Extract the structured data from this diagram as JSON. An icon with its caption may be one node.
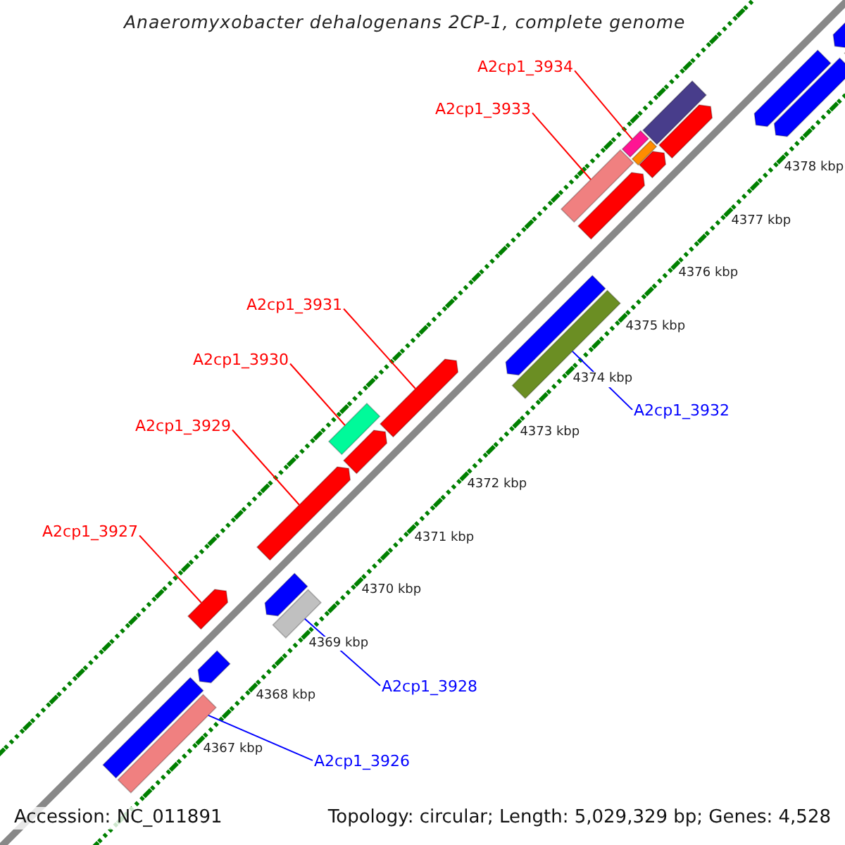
{
  "diagram": {
    "title": "Anaeromyxobacter dehalogenans 2CP-1, complete genome",
    "nodes": [
      {
        "text": [
          "A2cp1_3934"
        ]
      },
      {
        "text": [],
        "shape": "bar"
      },
      {
        "text": [
          "A2cp1_3933"
        ]
      },
      {
        "text": [],
        "shape": "bar"
      },
      {
        "text": [
          "A2cp1_3931"
        ]
      },
      {
        "text": [],
        "shape": "bar"
      },
      {
        "text": [
          "A2cp1_3930"
        ]
      },
      {
        "text": [],
        "shape": "bar"
      },
      {
        "text": [
          "A2cp1_3932"
        ]
      },
      {
        "text": [],
        "shape": "bar"
      },
      {
        "text": [
          "A2cp1_3929"
        ]
      },
      {
        "text": [],
        "shape": "bar"
      },
      {
        "text": [
          "A2cp1_3927"
        ]
      },
      {
        "text": [],
        "shape": "bar"
      },
      {
        "text": [
          "A2cp1_3928"
        ]
      },
      {
        "text": [],
        "shape": "bar"
      },
      {
        "text": [
          "A2cp1_3926"
        ]
      },
      {
        "text": [],
        "shape": "bar"
      },
      {
        "text": [],
        "shape": "bar"
      },
      {
        "text": [],
        "shape": "bar"
      },
      {
        "text": [],
        "shape": "bar"
      },
      {
        "text": [],
        "shape": "bar"
      },
      {
        "text": [],
        "shape": "bar"
      },
      {
        "text": [],
        "shape": "bar"
      },
      {
        "text": [],
        "shape": "bar"
      },
      {
        "text": [],
        "shape": "bar"
      },
      {
        "text": [],
        "shape": "bar"
      },
      {
        "text": [],
        "shape": "bar"
      },
      {
        "text": [],
        "shape": "bar"
      },
      {
        "text": [],
        "shape": "bar"
      },
      {
        "text": [],
        "shape": "bar"
      },
      {
        "text": [],
        "shape": "bar"
      }
    ],
    "edges": [
      {
        "from": 0,
        "to": 1,
        "arrow": "none"
      },
      {
        "from": 2,
        "to": 3,
        "arrow": "none"
      },
      {
        "from": 4,
        "to": 5,
        "arrow": "none"
      },
      {
        "from": 6,
        "to": 7,
        "arrow": "none"
      },
      {
        "from": 8,
        "to": 9,
        "arrow": "none",
        "color": "#0000ff"
      },
      {
        "from": 10,
        "to": 11,
        "arrow": "none"
      },
      {
        "from": 12,
        "to": 13,
        "arrow": "none"
      },
      {
        "from": 14,
        "to": 15,
        "arrow": "none",
        "color": "#0000ff"
      },
      {
        "from": 16,
        "to": 17,
        "arrow": "none",
        "color": "#0000ff"
      }
    ],
    "labels": [
      "4378 kbp",
      "4377 kbp",
      "4376 kbp",
      "4375 kbp",
      "4374 kbp",
      "4373 kbp",
      "4372 kbp",
      "4371 kbp",
      "4370 kbp",
      "4369 kbp",
      "4368 kbp",
      "4367 kbp",
      "Accession: NC_011891",
      "Topology: circular; Length: 5,029,329 bp; Genes: 4,528"
    ]
  }
}
